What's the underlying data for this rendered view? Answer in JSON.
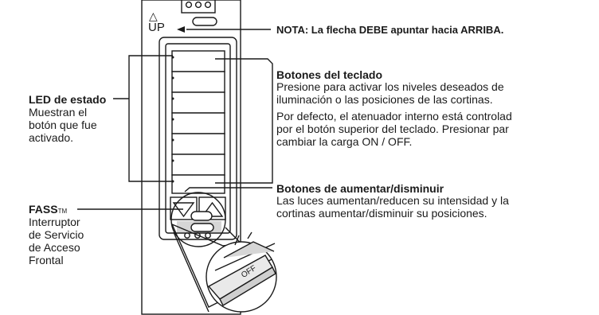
{
  "device": {
    "up_arrow": "△",
    "up_label": "UP",
    "off_label": "OFF",
    "colors": {
      "line": "#1a1a1a",
      "face": "#ffffff",
      "shade": "#cfcfcf"
    }
  },
  "callouts": {
    "note": "NOTA: La flecha DEBE apuntar hacia ARRIBA.",
    "keypad": {
      "title": "Botones del teclado",
      "lines": [
        "Presione para activar los niveles deseados de",
        "iluminación o las posiciones de las cortinas.",
        "Por defecto, el atenuador interno está controlad",
        "por el botón superior del teclado. Presionar par",
        "cambiar la carga ON / OFF."
      ]
    },
    "raise_lower": {
      "title": "Botones de aumentar/disminuir",
      "lines": [
        "Las luces aumentan/reducen su intensidad y la",
        "cortinas aumentar/disminuir su posiciones."
      ]
    },
    "led": {
      "title": "LED de estado",
      "lines": [
        "Muestran el",
        "botón que fue",
        "activado."
      ]
    },
    "fass": {
      "title": "FASS",
      "trademark": "TM",
      "lines": [
        "Interruptor",
        "de Servicio",
        "de Acceso",
        "Frontal"
      ]
    }
  }
}
